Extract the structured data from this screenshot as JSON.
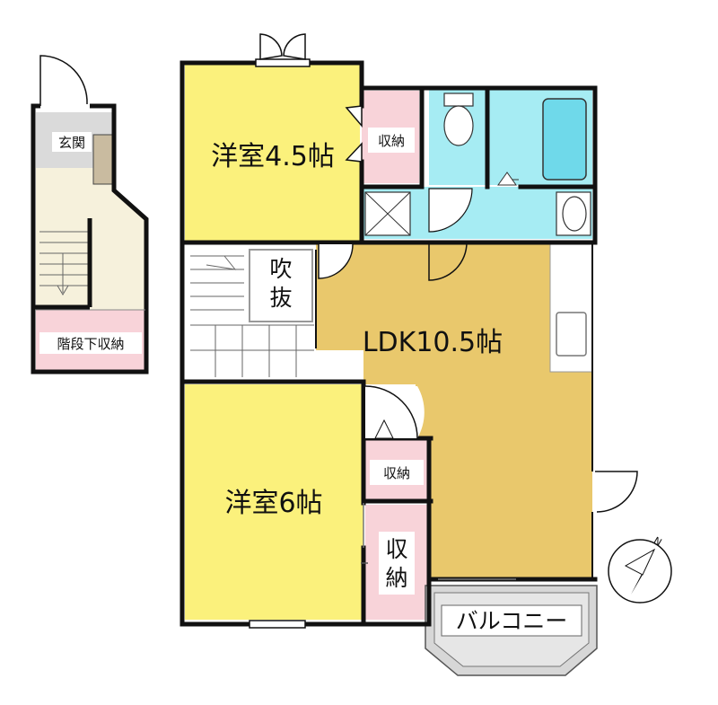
{
  "plan": {
    "rooms": {
      "genkan": "玄関",
      "stair_storage": "階段下収納",
      "western_45": "洋室4.5帖",
      "western_6": "洋室6帖",
      "ldk": "LDK10.5帖",
      "fukinuke_1": "吹",
      "fukinuke_2": "抜",
      "storage_top": "収納",
      "storage_mid": "収納",
      "storage_tall_1": "収",
      "storage_tall_2": "納",
      "balcony": "バルコニー"
    },
    "compass": {
      "letter": "N"
    },
    "colors": {
      "western": "#fbf17c",
      "ldk": "#e9c86c",
      "water": "#a6ecf3",
      "storage": "#f8d3d9",
      "entry_gray": "#dadada",
      "entry_cream": "#f6f1dc",
      "wall": "#111111"
    }
  }
}
